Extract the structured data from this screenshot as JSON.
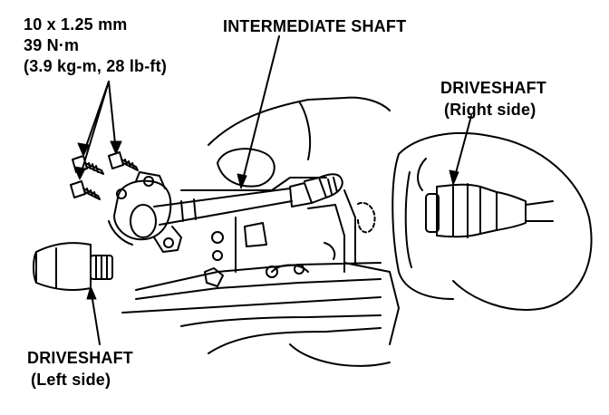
{
  "spec": {
    "size": "10 x 1.25 mm",
    "torque_nm": "39 N·m",
    "torque_alt": "(3.9 kg-m, 28 lb-ft)"
  },
  "labels": {
    "intermediate_shaft": "INTERMEDIATE SHAFT",
    "driveshaft_right": "DRIVESHAFT",
    "driveshaft_right_side": "(Right side)",
    "driveshaft_left": "DRIVESHAFT",
    "driveshaft_left_side": "(Left side)"
  }
}
